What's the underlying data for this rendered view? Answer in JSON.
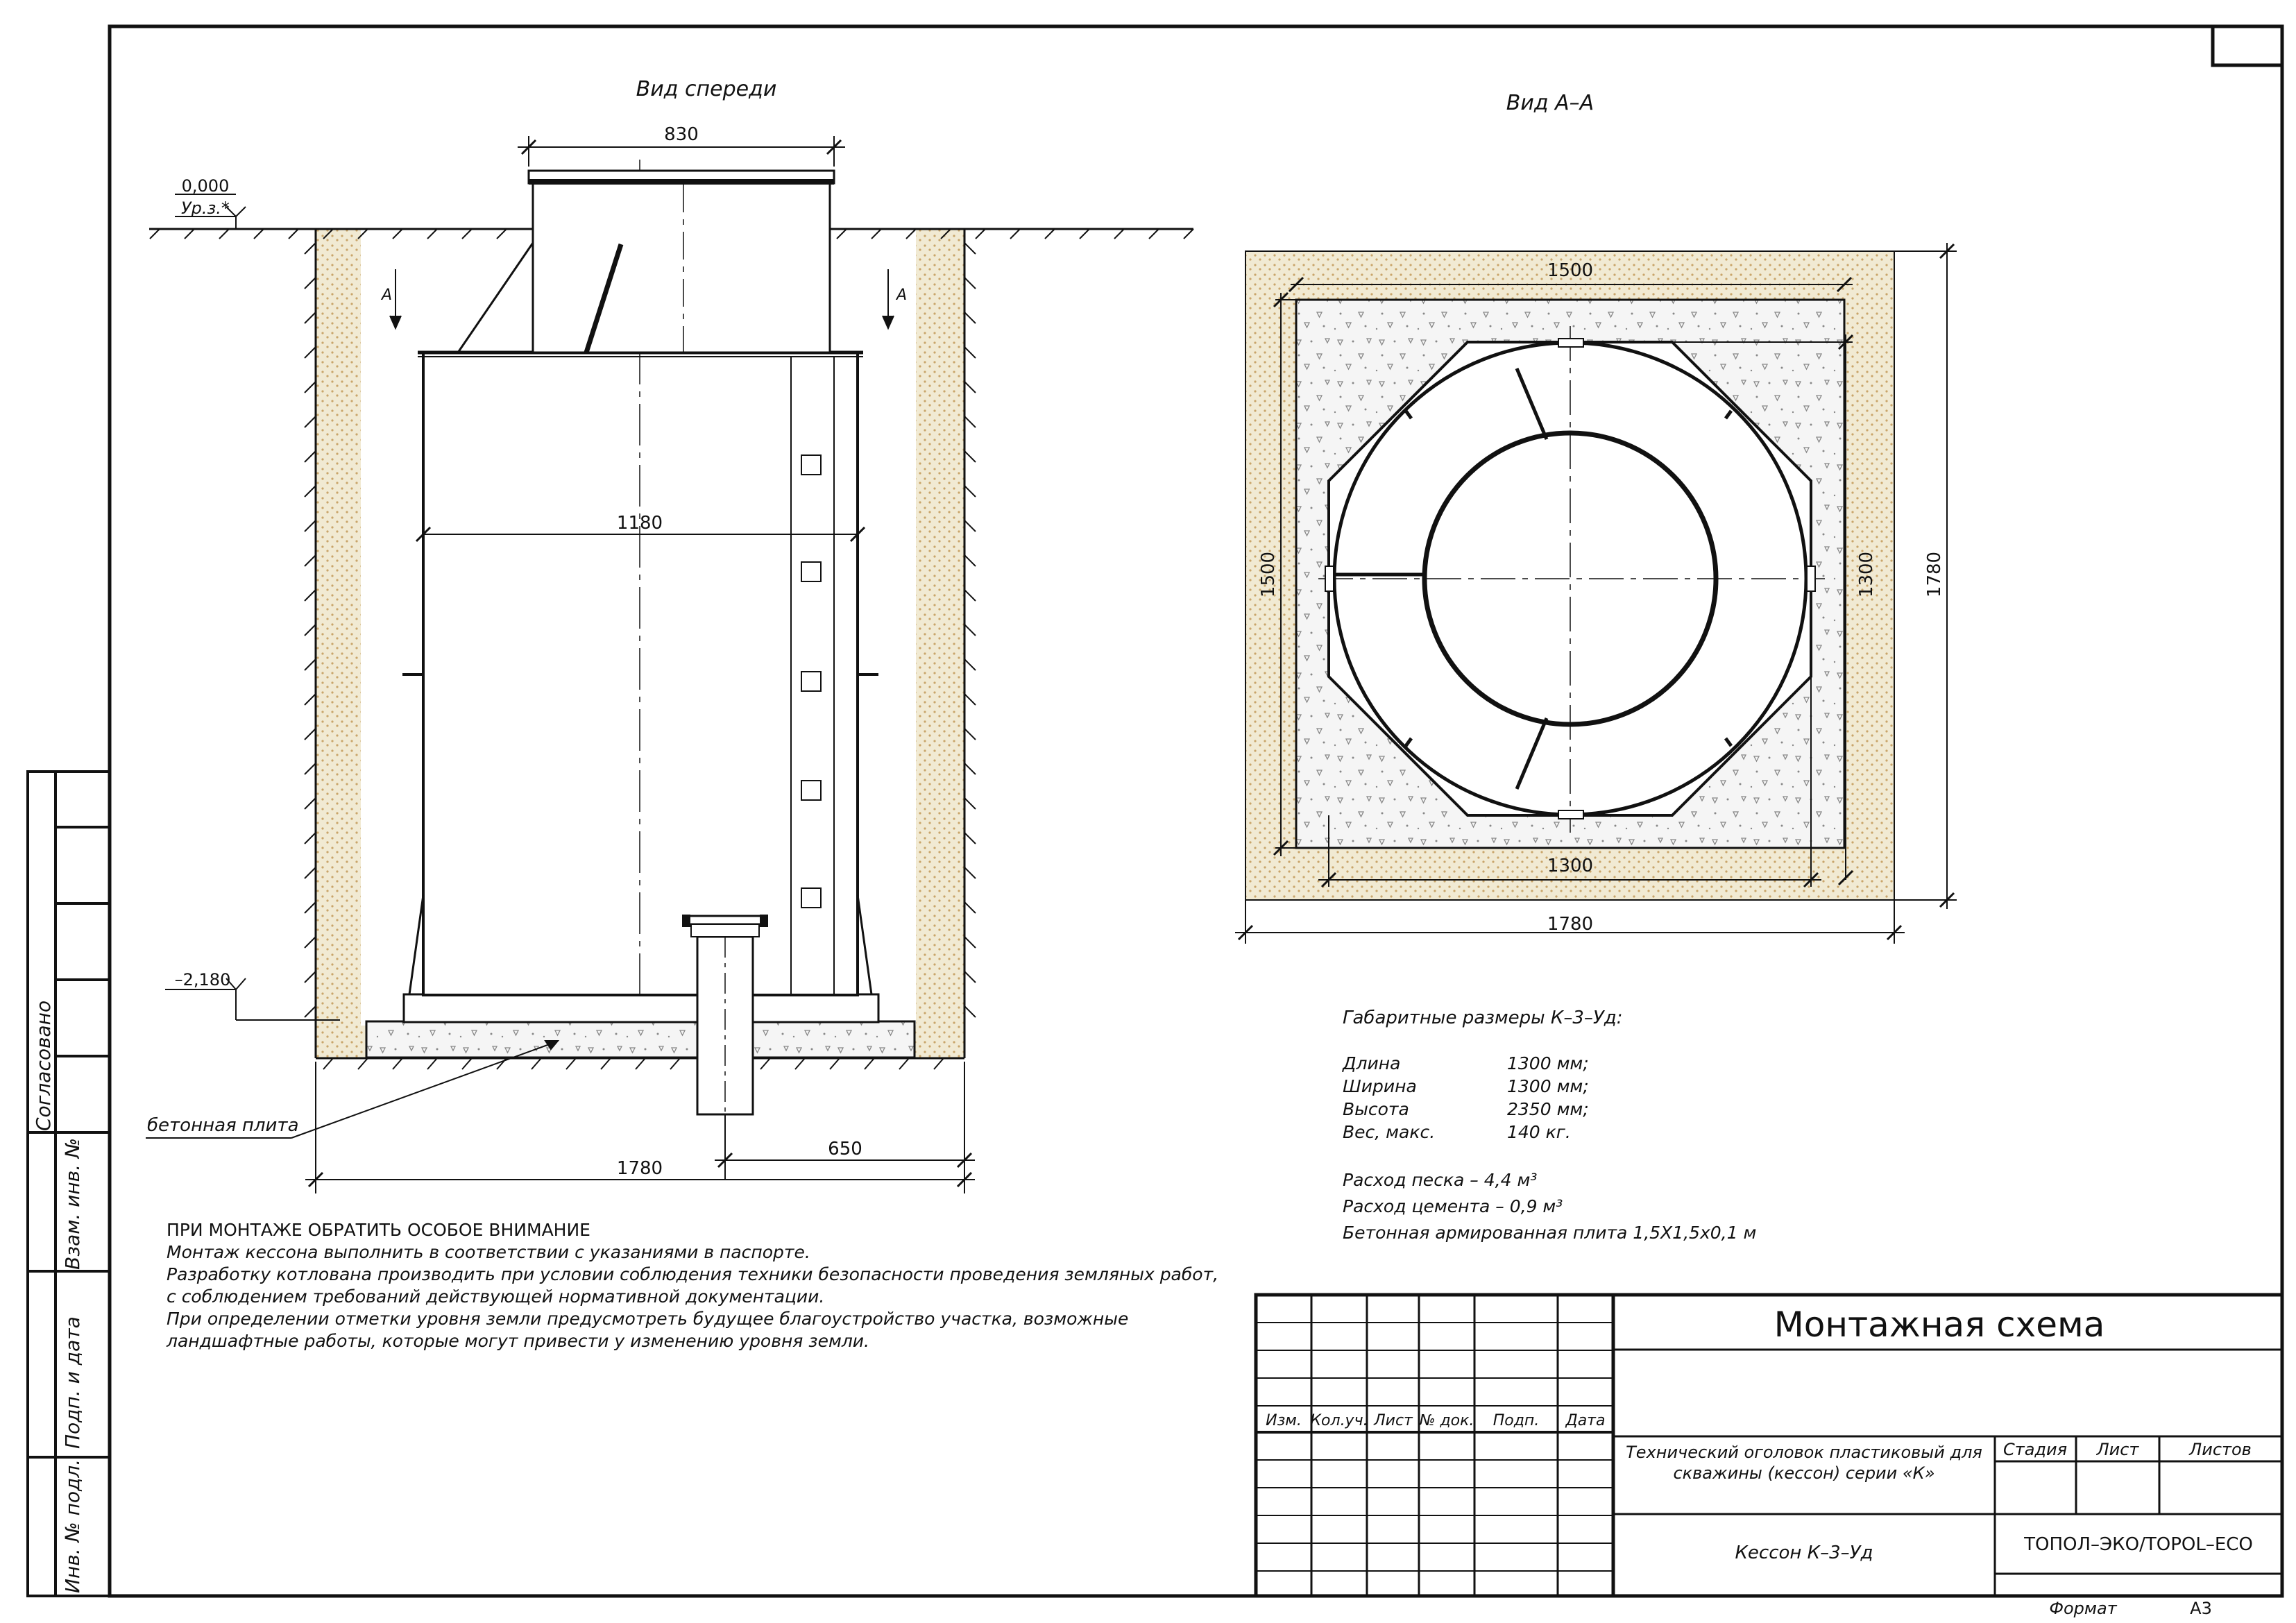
{
  "views": {
    "front": {
      "title": "Вид спереди",
      "dims": {
        "top_width": "830",
        "body_width": "1180",
        "bottom_total": "1780",
        "bottom_offset": "650"
      },
      "levels": {
        "ground_value": "0,000",
        "ground_label": "Ур.з.*",
        "bottom_value": "–2,180"
      },
      "section_marker": "А",
      "slab_label": "бетонная плита"
    },
    "section": {
      "title": "Вид А–А",
      "dims": {
        "top": "1500",
        "left": "1500",
        "right_inner": "1300",
        "right_outer": "1780",
        "bottom_inner": "1300",
        "bottom_outer": "1780"
      }
    }
  },
  "specs": {
    "title": "Габаритные размеры К–3–Уд:",
    "rows": [
      {
        "label": "Длина",
        "value": "1300 мм;"
      },
      {
        "label": "Ширина",
        "value": "1300 мм;"
      },
      {
        "label": "Высота",
        "value": "2350 мм;"
      },
      {
        "label": "Вес, макс.",
        "value": "140 кг."
      }
    ],
    "sand": "Расход песка – 4,4 м³",
    "cement": "Расход цемента – 0,9 м³",
    "slab": "Бетонная армированная плита 1,5Х1,5х0,1 м"
  },
  "notes": {
    "heading": "ПРИ МОНТАЖЕ ОБРАТИТЬ ОСОБОЕ ВНИМАНИЕ",
    "lines": [
      "Монтаж кессона выполнить в соответствии с указаниями в паспорте.",
      "Разработку котлована производить при условии соблюдения техники безопасности проведения земляных работ,",
      "с соблюдением требований действующей нормативной документации.",
      "При определении отметки уровня земли предусмотреть будущее благоустройство участка, возможные",
      "ландшафтные работы, которые могут привести у изменению уровня земли."
    ]
  },
  "left_stamp": {
    "agreed": "Согласовано",
    "replace": "Взам. инв. №",
    "sign_date": "Подп. и дата",
    "inv": "Инв. № подл."
  },
  "title_block": {
    "title": "Монтажная схема",
    "cols": [
      "Изм.",
      "Кол.уч.",
      "Лист",
      "№ док.",
      "Подп.",
      "Дата"
    ],
    "description": [
      "Технический оголовок пластиковый для",
      "скважины (кессон) серии «К»"
    ],
    "stage": "Стадия",
    "sheet": "Лист",
    "sheets": "Листов",
    "product": "Кессон К–3–Уд",
    "company": "ТОПОЛ–ЭКО/TOPOL–ECO",
    "format_label": "Формат",
    "format_value": "А3"
  },
  "colors": {
    "line": "#111111",
    "soil": "#eee6cd",
    "concrete": "#f4f4f4"
  }
}
